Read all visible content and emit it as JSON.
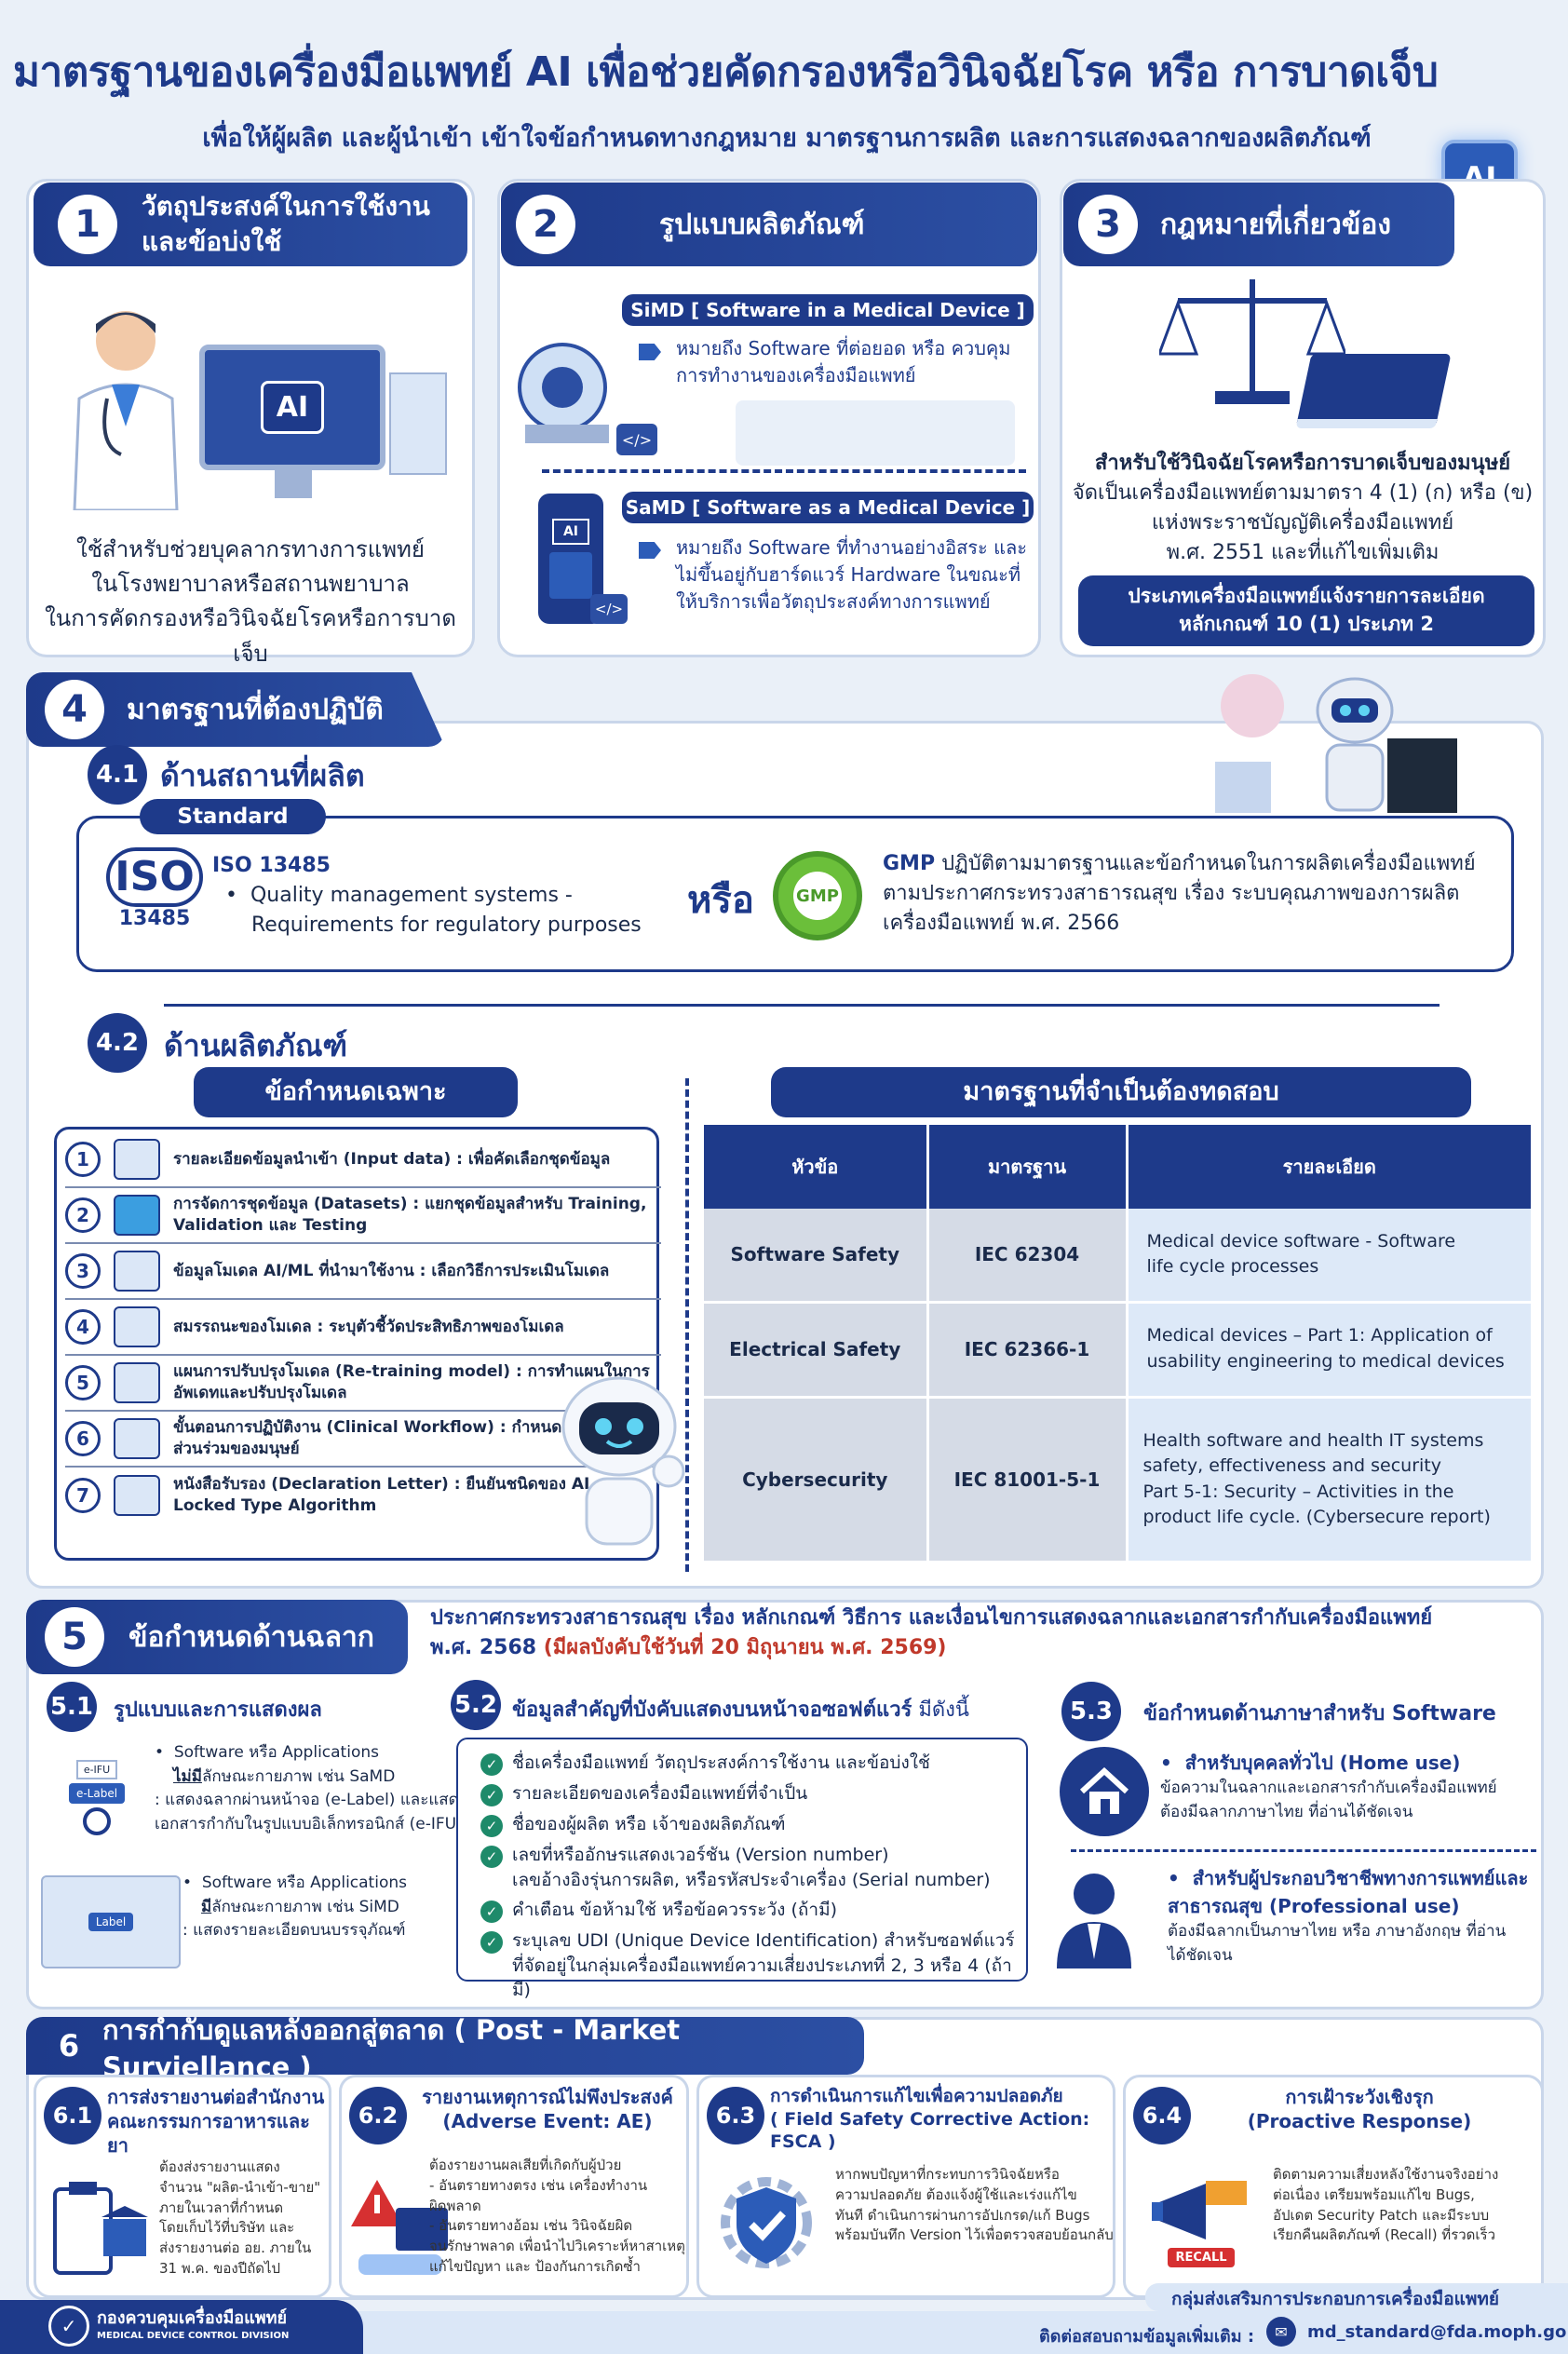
{
  "header": {
    "title": "มาตรฐานของเครื่องมือแพทย์ AI เพื่อช่วยคัดกรองหรือวินิจฉัยโรค หรือ การบาดเจ็บ",
    "subtitle": "เพื่อให้ผู้ผลิต และผู้นำเข้า เข้าใจข้อกำหนดทางกฎหมาย มาตรฐานการผลิต และการแสดงฉลากของผลิตภัณฑ์",
    "ai_badge": "AI"
  },
  "s1": {
    "num": "1",
    "title_l1": "วัตถุประสงค์ในการใช้งาน",
    "title_l2": "และข้อบ่งใช้",
    "screen_label": "AI",
    "body_l1": "ใช้สำหรับช่วยบุคลากรทางการแพทย์",
    "body_l2": "ในโรงพยาบาลหรือสถานพยาบาล",
    "body_l3": "ในการคัดกรองหรือวินิจฉัยโรคหรือการบาดเจ็บ"
  },
  "s2": {
    "num": "2",
    "title": "รูปแบบผลิตภัณฑ์",
    "simd_label": "SiMD [ Software in a Medical Device ]",
    "simd_desc_l1": "หมายถึง Software ที่ต่อยอด หรือ ควบคุม",
    "simd_desc_l2": "การทำงานของเครื่องมือแพทย์",
    "samd_label": "SaMD [ Software as a Medical Device ]",
    "samd_desc_l1": "หมายถึง Software ที่ทำงานอย่างอิสระ และ",
    "samd_desc_l2": "ไม่ขึ้นอยู่กับฮาร์ดแวร์ Hardware ในขณะที่",
    "samd_desc_l3": "ให้บริการเพื่อวัตถุประสงค์ทางการแพทย์",
    "phone_label": "AI"
  },
  "s3": {
    "num": "3",
    "title": "กฎหมายที่เกี่ยวข้อง",
    "body_bold": "สำหรับใช้วินิจฉัยโรคหรือการบาดเจ็บของมนุษย์",
    "body_l1": "จัดเป็นเครื่องมือแพทย์ตามมาตรา 4 (1) (ก) หรือ (ข)",
    "body_l2": "แห่งพระราชบัญญัติเครื่องมือแพทย์",
    "body_l3": "พ.ศ. 2551 และที่แก้ไขเพิ่มเติม",
    "pill_l1": "ประเภทเครื่องมือแพทย์แจ้งรายการละเอียด",
    "pill_l2": "หลักเกณฑ์ 10 (1) ประเภท  2"
  },
  "s4": {
    "num": "4",
    "title": "มาตรฐานที่ต้องปฏิบัติ",
    "s41_num": "4.1",
    "s41_title": "ด้านสถานที่ผลิต",
    "standard_label": "Standard",
    "iso_logo": "ISO",
    "iso_logo_num": "13485",
    "iso_title": "ISO 13485",
    "iso_bullet_l1": "Quality management systems -",
    "iso_bullet_l2": "Requirements for regulatory purposes",
    "or": "หรือ",
    "gmp_badge": "GMP",
    "gmp_bold": "GMP",
    "gmp_l1": " ปฏิบัติตามมาตรฐานและข้อกำหนดในการผลิตเครื่องมือแพทย์",
    "gmp_l2": "ตามประกาศกระทรวงสาธารณสุข เรื่อง ระบบคุณภาพของการผลิต",
    "gmp_l3": "เครื่องมือแพทย์ พ.ศ. 2566",
    "s42_num": "4.2",
    "s42_title": "ด้านผลิตภัณฑ์",
    "spec_label": "ข้อกำหนดเฉพาะ",
    "items": [
      {
        "n": "1",
        "t": "รายละเอียดข้อมูลนำเข้า (Input data) : เพื่อคัดเลือกชุดข้อมูล"
      },
      {
        "n": "2",
        "t": "การจัดการชุดข้อมูล (Datasets) : แยกชุดข้อมูลสำหรับ Training, Validation และ Testing"
      },
      {
        "n": "3",
        "t": "ข้อมูลโมเดล AI/ML ที่นำมาใช้งาน : เลือกวิธีการประเมินโมเดล"
      },
      {
        "n": "4",
        "t": "สมรรถนะของโมเดล : ระบุตัวชี้วัดประสิทธิภาพของโมเดล"
      },
      {
        "n": "5",
        "t": "แผนการปรับปรุงโมเดล (Re-training model) : การทำแผนในการอัพเดทและปรับปรุงโมเดล"
      },
      {
        "n": "6",
        "t": "ขั้นตอนการปฏิบัติงาน (Clinical Workflow) : กำหนดระดับการมีส่วนร่วมของมนุษย์"
      },
      {
        "n": "7",
        "t": "หนังสือรับรอง (Declaration Letter) : ยืนยันชนิดของ AI : Locked Type Algorithm"
      }
    ],
    "std_label": "มาตรฐานที่จำเป็นต้องทดสอบ",
    "table_headers": [
      "หัวข้อ",
      "มาตรฐาน",
      "รายละเอียด"
    ],
    "table_rows": [
      {
        "topic": "Software Safety",
        "std": "IEC 62304",
        "detail_l1": "Medical device software - Software",
        "detail_l2": "life cycle processes",
        "detail_l3": "",
        "detail_l4": ""
      },
      {
        "topic": "Electrical Safety",
        "std": "IEC 62366-1",
        "detail_l1": "Medical devices – Part 1: Application of",
        "detail_l2": "usability engineering to medical devices",
        "detail_l3": "",
        "detail_l4": ""
      },
      {
        "topic": "Cybersecurity",
        "std": "IEC 81001-5-1",
        "detail_l1": "Health software and health IT systems",
        "detail_l2": "safety, effectiveness and security",
        "detail_l3": "Part 5-1: Security – Activities in the",
        "detail_l4": "product life cycle. (Cybersecure report)"
      }
    ]
  },
  "s5": {
    "num": "5",
    "title": "ข้อกำหนดด้านฉลาก",
    "announce_l1": "ประกาศกระทรวงสาธารณสุข เรื่อง หลักเกณฑ์ วิธีการ และเงื่อนไขการแสดงฉลากและเอกสารกำกับเครื่องมือแพทย์",
    "announce_l2a": "พ.ศ. 2568 ",
    "announce_l2b": "(มีผลบังคับใช้วันที่ 20 มิถุนายน พ.ศ. 2569)",
    "s51_num": "5.1",
    "s51_title": "รูปแบบและการแสดงผล",
    "s51_b1_l1": "Software หรือ Applications",
    "s51_b1_l2u": "ไม่มี",
    "s51_b1_l2": "ลักษณะกายภาพ เช่น SaMD",
    "s51_b1_l3": ": แสดงฉลากผ่านหน้าจอ (e-Label) และแสดง",
    "s51_b1_l4": "เอกสารกำกับในรูปแบบอิเล็กทรอนิกส์ (e-IFU)",
    "s51_b2_l1": "Software หรือ Applications",
    "s51_b2_l2u": "มี",
    "s51_b2_l2": "ลักษณะกายภาพ เช่น SiMD",
    "s51_b2_l3": ": แสดงรายละเอียดบนบรรจุภัณฑ์",
    "elabel": "e-Label",
    "eifu": "e-IFU",
    "label_tag": "Label",
    "s52_num": "5.2",
    "s52_title": "ข้อมูลสำคัญที่บังคับแสดงบนหน้าจอซอฟต์แวร์",
    "s52_title2": " มีดังนี้",
    "s52_items": [
      {
        "l1": "ชื่อเครื่องมือแพทย์ วัตถุประสงค์การใช้งาน และข้อบ่งใช้",
        "l2": ""
      },
      {
        "l1": "รายละเอียดของเครื่องมือแพทย์ที่จำเป็น",
        "l2": ""
      },
      {
        "l1": "ชื่อของผู้ผลิต หรือ เจ้าของผลิตภัณฑ์",
        "l2": ""
      },
      {
        "l1": "เลขที่หรืออักษรแสดงเวอร์ชัน (Version number)",
        "l2": "เลขอ้างอิงรุ่นการผลิต, หรือรหัสประจำเครื่อง (Serial number)"
      },
      {
        "l1": "คำเตือน ข้อห้ามใช้ หรือข้อควรระวัง (ถ้ามี)",
        "l2": ""
      },
      {
        "l1": "ระบุเลข UDI (Unique Device Identification) สำหรับซอฟต์แวร์",
        "l2": "ที่จัดอยู่ในกลุ่มเครื่องมือแพทย์ความเสี่ยงประเภทที่ 2, 3 หรือ 4 (ถ้ามี)"
      }
    ],
    "s53_num": "5.3",
    "s53_title": "ข้อกำหนดด้านภาษาสำหรับ Software",
    "s53_home_title": "สำหรับบุคคลทั่วไป (Home use)",
    "s53_home_l1": "ข้อความในฉลากและเอกสารกำกับเครื่องมือแพทย์",
    "s53_home_l2": "ต้องมีฉลากภาษาไทย ที่อ่านได้ชัดเจน",
    "s53_pro_title_l1": "สำหรับผู้ประกอบวิชาชีพทางการแพทย์และ",
    "s53_pro_title_l2": "สาธารณสุข (Professional use)",
    "s53_pro_l1": "ต้องมีฉลากเป็นภาษาไทย หรือ ภาษาอังกฤษ ที่อ่าน",
    "s53_pro_l2": "ได้ชัดเจน"
  },
  "s6": {
    "num": "6",
    "title": "การกำกับดูแลหลังออกสู่ตลาด ( Post - Market Surviellance )",
    "cards": [
      {
        "num": "6.1",
        "title_l1": "การส่งรายงานต่อสำนักงาน",
        "title_l2": "คณะกรรมการอาหารและยา",
        "body": [
          "ต้องส่งรายงานแสดง",
          "จำนวน \"ผลิต-นำเข้า-ขาย\"",
          "ภายในเวลาที่กำหนด",
          "โดยเก็บไว้ที่บริษัท และ",
          "ส่งรายงานต่อ อย. ภายใน",
          "31 พ.ค. ของปีถัดไป"
        ]
      },
      {
        "num": "6.2",
        "title_l1": "รายงานเหตุการณ์ไม่พึงประสงค์",
        "title_l2": "(Adverse Event: AE)",
        "body": [
          "ต้องรายงานผลเสียที่เกิดกับผู้ป่วย",
          "- อันตรายทางตรง เช่น เครื่องทำงาน",
          "ผิดพลาด",
          "- อันตรายทางอ้อม เช่น วินิจฉัยผิด",
          "จนรักษาพลาด เพื่อนำไปวิเคราะห์หาสาเหตุ",
          "แก้ไขปัญหา และ ป้องกันการเกิดซ้ำ"
        ]
      },
      {
        "num": "6.3",
        "title_l1": "การดำเนินการแก้ไขเพื่อความปลอดภัย",
        "title_l2": "( Field Safety Corrective Action: FSCA )",
        "body": [
          "หากพบปัญหาที่กระทบการวินิจฉัยหรือ",
          "ความปลอดภัย ต้องแจ้งผู้ใช้และเร่งแก้ไข",
          "ทันที ดำเนินการผ่านการอัปเกรด/แก้ Bugs",
          "พร้อมบันทึก Version ไว้เพื่อตรวจสอบย้อนกลับ"
        ]
      },
      {
        "num": "6.4",
        "title_l1": "การเฝ้าระวังเชิงรุก",
        "title_l2": "(Proactive Response)",
        "body": [
          "ติดตามความเสี่ยงหลังใช้งานจริงอย่าง",
          "ต่อเนื่อง เตรียมพร้อมแก้ไข Bugs,",
          "อัปเดต Security Patch และมีระบบ",
          "เรียกคืนผลิตภัณฑ์ (Recall) ที่รวดเร็ว"
        ]
      }
    ],
    "recall": "RECALL"
  },
  "footer": {
    "division": "กลุ่มส่งเสริมการประกอบการเครื่องมือแพทย์",
    "org_th": "กองควบคุมเครื่องมือแพทย์",
    "org_en": "MEDICAL DEVICE CONTROL DIVISION",
    "contact_label": "ติดต่อสอบถามข้อมูลเพิ่มเติม :",
    "email": "md_standard@fda.moph.go.th"
  }
}
